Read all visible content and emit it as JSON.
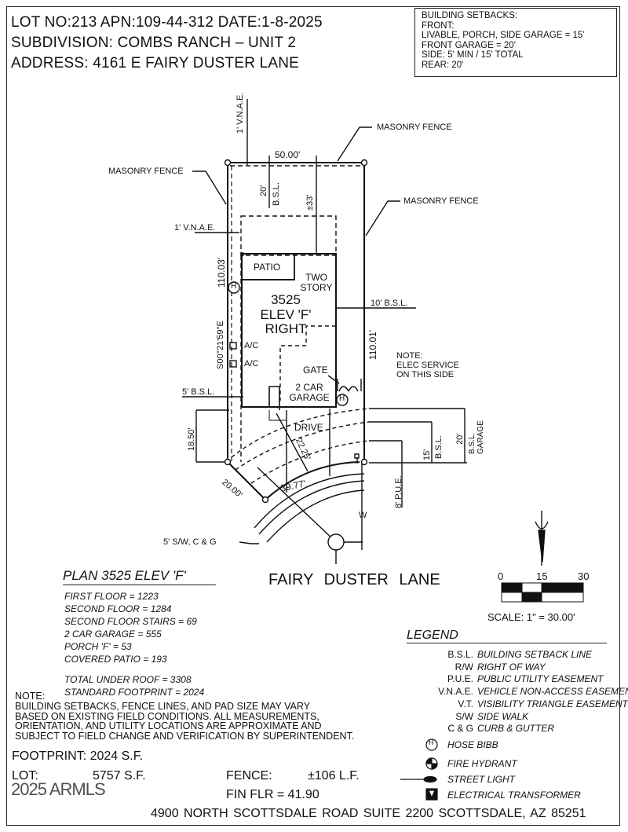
{
  "header": {
    "line1": "LOT NO:213  APN:109-44-312  DATE:1-8-2025",
    "line2": "SUBDIVISION: COMBS RANCH – UNIT 2",
    "line3": "ADDRESS: 4161 E FAIRY DUSTER LANE",
    "lot_no": "213",
    "apn": "109-44-312",
    "date": "1-8-2025",
    "subdivision": "COMBS RANCH – UNIT 2",
    "address": "4161 E FAIRY DUSTER LANE"
  },
  "setbacks": {
    "title": "BUILDING SETBACKS:",
    "lines": [
      "FRONT:",
      "LIVABLE, PORCH, SIDE GARAGE = 15'",
      "FRONT GARAGE = 20'",
      "SIDE: 5' MIN / 15' TOTAL",
      "REAR: 20'"
    ]
  },
  "plan_labels": {
    "masonry_fence_top": "MASONRY FENCE",
    "masonry_fence_left": "MASONRY FENCE",
    "masonry_fence_right": "MASONRY FENCE",
    "vnae_top": "1' V.N.A.E.",
    "vnae_left": "1' V.N.A.E.",
    "rear_width": "50.00'",
    "rear_bsl": "20'",
    "rear_bsl_label": "B.S.L.",
    "rear_depth": "±33'",
    "left_length": "110.03'",
    "left_bearing": "S00°21'59\"E",
    "right_length": "110.01'",
    "patio": "PATIO",
    "two_story": "TWO STORY",
    "plan_num": "3525",
    "elev": "ELEV 'F'",
    "orientation": "RIGHT",
    "ac1": "A/C",
    "ac2": "A/C",
    "gate": "GATE",
    "garage": "2 CAR GARAGE",
    "drive": "DRIVE",
    "side_bsl_right": "10' B.S.L.",
    "side_bsl_left": "5' B.S.L.",
    "elec_note": [
      "NOTE:",
      "ELEC SERVICE",
      "ON THIS SIDE"
    ],
    "front_left_dim": "18.50'",
    "corner_dim": "20.00'",
    "drive_dim": "22.25'",
    "arc_dim": "39.77'",
    "front_bsl": "15'",
    "front_bsl_label": "B.S.L.",
    "garage_bsl": "20'",
    "garage_bsl_label": "B.S.L. GARAGE",
    "pue": "8' P.U.E.",
    "sidewalk": "5' S/W, C & G",
    "water": "W",
    "hose_bibb": "H"
  },
  "plan_summary": {
    "title": "PLAN 3525 ELEV 'F'",
    "areas": [
      "FIRST FLOOR = 1223",
      "SECOND FLOOR = 1284",
      "SECOND FLOOR STAIRS = 69",
      "2 CAR GARAGE = 555",
      "PORCH 'F' = 53",
      "COVERED PATIO = 193"
    ],
    "totals": [
      "TOTAL UNDER ROOF = 3308",
      "STANDARD FOOTPRINT = 2024"
    ]
  },
  "note": {
    "title": "NOTE:",
    "lines": [
      "BUILDING SETBACKS, FENCE LINES, AND PAD SIZE MAY VARY",
      "BASED ON EXISTING FIELD CONDITIONS.  ALL MEASUREMENTS,",
      "ORIENTATION, AND UTILITY LOCATIONS ARE APPROXIMATE AND",
      "SUBJECT TO FIELD CHANGE AND VERIFICATION BY SUPERINTENDENT."
    ]
  },
  "stats": {
    "footprint_label": "FOOTPRINT:",
    "footprint_value": "2024 S.F.",
    "lot_label": "LOT:",
    "lot_value": "5757 S.F.",
    "fence_label": "FENCE:",
    "fence_value": "±106 L.F.",
    "fin_flr": "FIN FLR =  41.90"
  },
  "street": {
    "name": "FAIRY  DUSTER  LANE"
  },
  "scale": {
    "ticks": [
      "0",
      "15",
      "30"
    ],
    "text": "SCALE: 1\" = 30.00'"
  },
  "legend": {
    "title": "LEGEND",
    "items": [
      {
        "abbr": "B.S.L.",
        "desc": "BUILDING SETBACK LINE"
      },
      {
        "abbr": "R/W",
        "desc": "RIGHT OF WAY"
      },
      {
        "abbr": "P.U.E.",
        "desc": "PUBLIC UTILITY EASEMENT"
      },
      {
        "abbr": "V.N.A.E.",
        "desc": "VEHICLE NON-ACCESS EASEMENT"
      },
      {
        "abbr": "V.T.",
        "desc": "VISIBILITY TRIANGLE EASEMENT"
      },
      {
        "abbr": "S/W",
        "desc": "SIDE WALK"
      },
      {
        "abbr": "C & G",
        "desc": "CURB & GUTTER"
      }
    ],
    "symbols": [
      {
        "icon": "hose-bibb-icon",
        "desc": "HOSE BIBB"
      },
      {
        "icon": "fire-hydrant-icon",
        "desc": "FIRE HYDRANT"
      },
      {
        "icon": "street-light-icon",
        "desc": "STREET LIGHT"
      },
      {
        "icon": "electrical-transformer-icon",
        "desc": "ELECTRICAL TRANSFORMER"
      }
    ]
  },
  "watermark": "2025 ARMLS",
  "company_address": "4900 NORTH SCOTTSDALE ROAD SUITE 2200 SCOTTSDALE, AZ  85251"
}
